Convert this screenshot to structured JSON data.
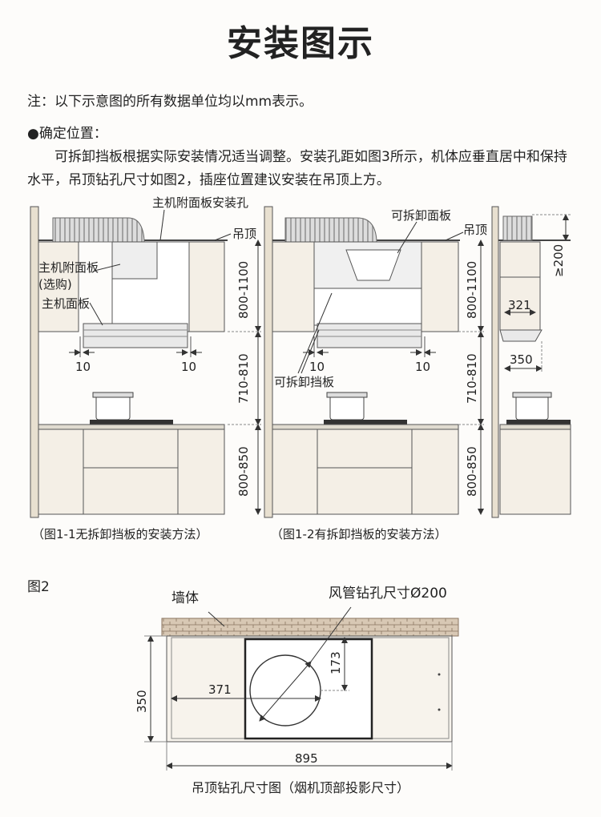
{
  "page_title": "安装图示",
  "note": "注：以下示意图的所有数据单位均以mm表示。",
  "section_heading": "●确定位置：",
  "paragraph": "可拆卸挡板根据实际安装情况适当调整。安装孔距如图3所示，机体应垂直居中和保持水平，吊顶钻孔尺寸如图2，插座位置建议安装在吊顶上方。",
  "fig1": {
    "label_mount_hole": "主机附面板安装孔",
    "label_ceiling": "吊顶",
    "label_attach_panel": "主机附面板",
    "label_optional": "(选购)",
    "label_main_panel": "主机面板",
    "dim_upper": "800-1100",
    "dim_mid": "710-810",
    "dim_lower": "800-850",
    "dim_gap": "10",
    "caption": "（图1-1无拆卸挡板的安装方法）"
  },
  "fig12": {
    "label_removable_panel": "可拆卸面板",
    "label_ceiling": "吊顶",
    "label_removable_baffle": "可拆卸挡板",
    "dim_upper": "800-1100",
    "dim_mid": "710-810",
    "dim_lower": "800-850",
    "dim_gap": "10",
    "caption": "（图1-2有拆卸挡板的安装方法）"
  },
  "side": {
    "dim_200": "≥200",
    "dim_321": "321",
    "dim_350": "350"
  },
  "fig2": {
    "label": "图2",
    "wall": "墙体",
    "duct_hole": "风管钻孔尺寸Ø200",
    "dim_371": "371",
    "dim_173": "173",
    "dim_350": "350",
    "dim_895": "895",
    "caption": "吊顶钻孔尺寸图（烟机顶部投影尺寸）"
  }
}
